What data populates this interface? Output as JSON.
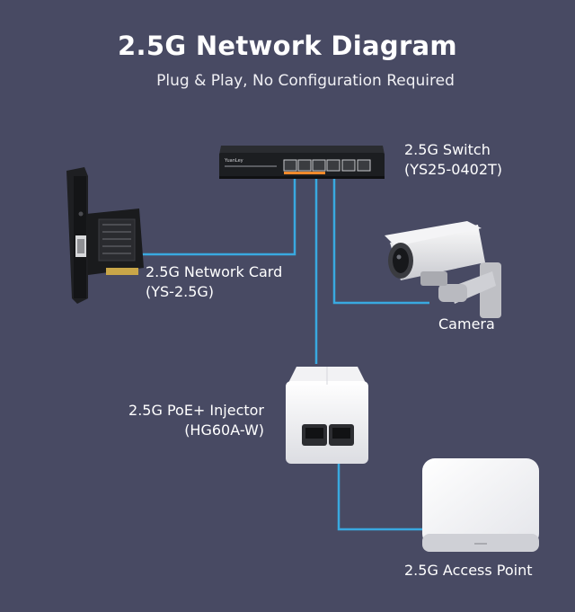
{
  "header": {
    "title": "2.5G Network Diagram",
    "subtitle": "Plug & Play, No Configuration Required"
  },
  "nodes": {
    "switch": {
      "name": "2.5G Switch",
      "model": "(YS25-0402T)",
      "brand": "YuanLey"
    },
    "network_card": {
      "name": "2.5G Network Card",
      "model": "(YS-2.5G)"
    },
    "camera": {
      "name": "Camera"
    },
    "injector": {
      "name": "2.5G PoE+ Injector",
      "model": "(HG60A-W)"
    },
    "access_point": {
      "name": "2.5G Access Point"
    }
  },
  "colors": {
    "background": "#484a63",
    "cable": "#39a9e0",
    "port_highlight": "#f28a2c"
  }
}
